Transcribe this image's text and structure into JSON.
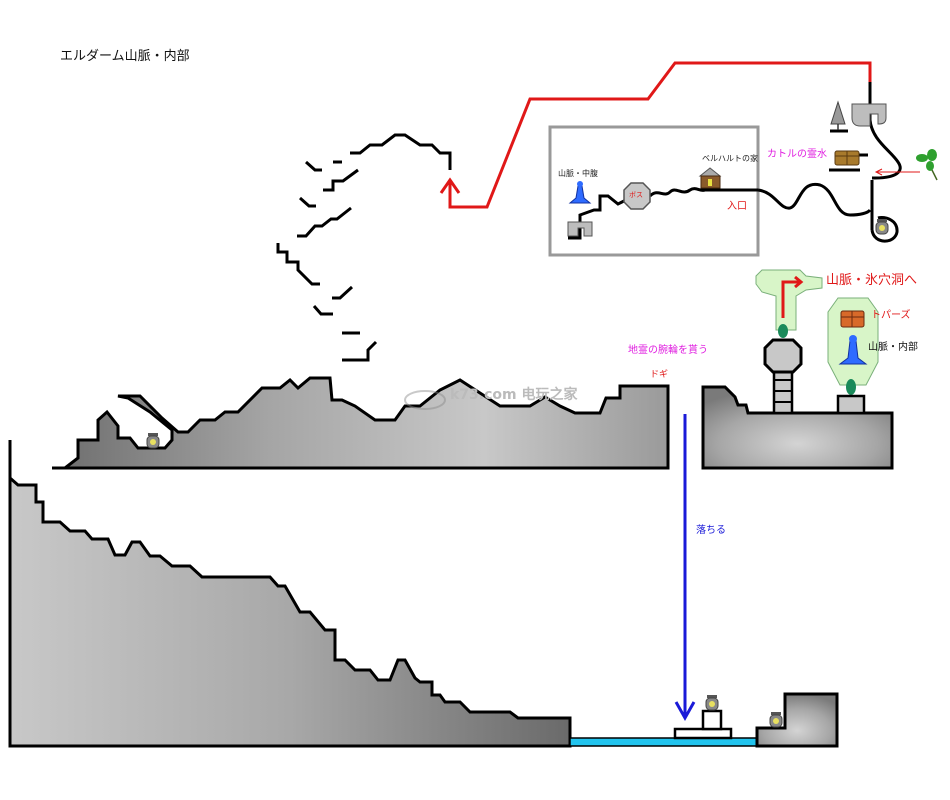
{
  "map": {
    "title": "エルダーム山脈・内部",
    "labels": {
      "mid_mountain": "山脈・中腹",
      "boss": "ボス",
      "belhalt_house": "ベルハルトの家",
      "entrance": "入口",
      "katoru_water": "カトルの霊水",
      "to_ice_cave": "山脈・氷穴洞へ",
      "topaz": "トパーズ",
      "inner_mountain": "山脈・内部",
      "earth_spirit_bracelet": "地霊の腕輪を貰う",
      "dogi": "ドギ",
      "fall": "落ちる",
      "watermark": "k73.com 电玩之家"
    },
    "colors": {
      "path_red": "#e01818",
      "fall_arrow_blue": "#1a1ad8",
      "water": "#22c4ee",
      "rock": "#9a9a9a",
      "zone_green": "#d8f5c8",
      "label_magenta": "#e020e0"
    }
  }
}
